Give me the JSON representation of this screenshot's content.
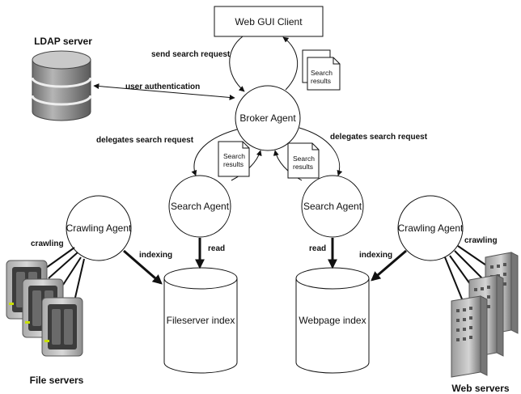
{
  "nodes": {
    "web_gui_client": "Web GUI Client",
    "broker_agent": "Broker Agent",
    "search_agent_left": "Search Agent",
    "search_agent_right": "Search Agent",
    "crawling_agent_left": "Crawling Agent",
    "crawling_agent_right": "Crawling Agent",
    "fileserver_index": "Fileserver index",
    "webpage_index": "Webpage index"
  },
  "resources": {
    "ldap_server": "LDAP server",
    "file_servers": "File servers",
    "web_servers": "Web servers"
  },
  "edges": {
    "send_search_request": "send search request",
    "user_authentication": "user authentication",
    "delegates_left": "delegates search request",
    "delegates_right": "delegates search request",
    "read_left": "read",
    "read_right": "read",
    "indexing_left": "indexing",
    "indexing_right": "indexing",
    "crawling_left": "crawling",
    "crawling_right": "crawling"
  },
  "documents": {
    "top": [
      "Search",
      "results"
    ],
    "middle_left": [
      "Search",
      "results"
    ],
    "middle_right": [
      "Search",
      "results"
    ]
  },
  "colors": {
    "server_led": "#c8e000",
    "db_gray": "#8a8a8a"
  }
}
